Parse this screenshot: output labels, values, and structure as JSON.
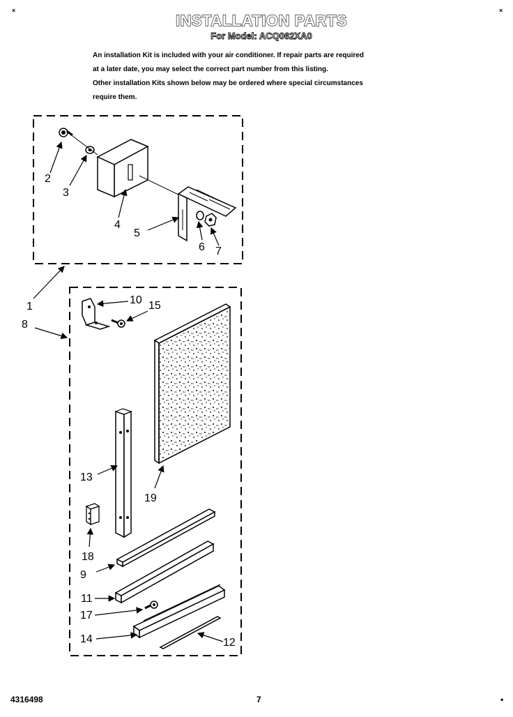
{
  "header": {
    "title": "INSTALLATION PARTS",
    "subtitle": "For Model: ACQ062XA0",
    "corner_mark_left": "×",
    "corner_mark_right": "×"
  },
  "intro": {
    "line1": "An installation Kit is included with your air conditioner. If repair parts are required",
    "line2": "at a later date, you may select the correct part number from this listing.",
    "line3": "Other installation Kits shown below may be ordered where special circumstances",
    "line4": "require them."
  },
  "callouts": {
    "p1": "1",
    "p2": "2",
    "p3": "3",
    "p4": "4",
    "p5": "5",
    "p6": "6",
    "p7": "7",
    "p8": "8",
    "p9": "9",
    "p10": "10",
    "p11": "11",
    "p12": "12",
    "p13": "13",
    "p14": "14",
    "p15": "15",
    "p17": "17",
    "p18": "18",
    "p19": "19"
  },
  "footer": {
    "doc_number": "4316498",
    "page_number": "7",
    "corner_mark": "•"
  }
}
